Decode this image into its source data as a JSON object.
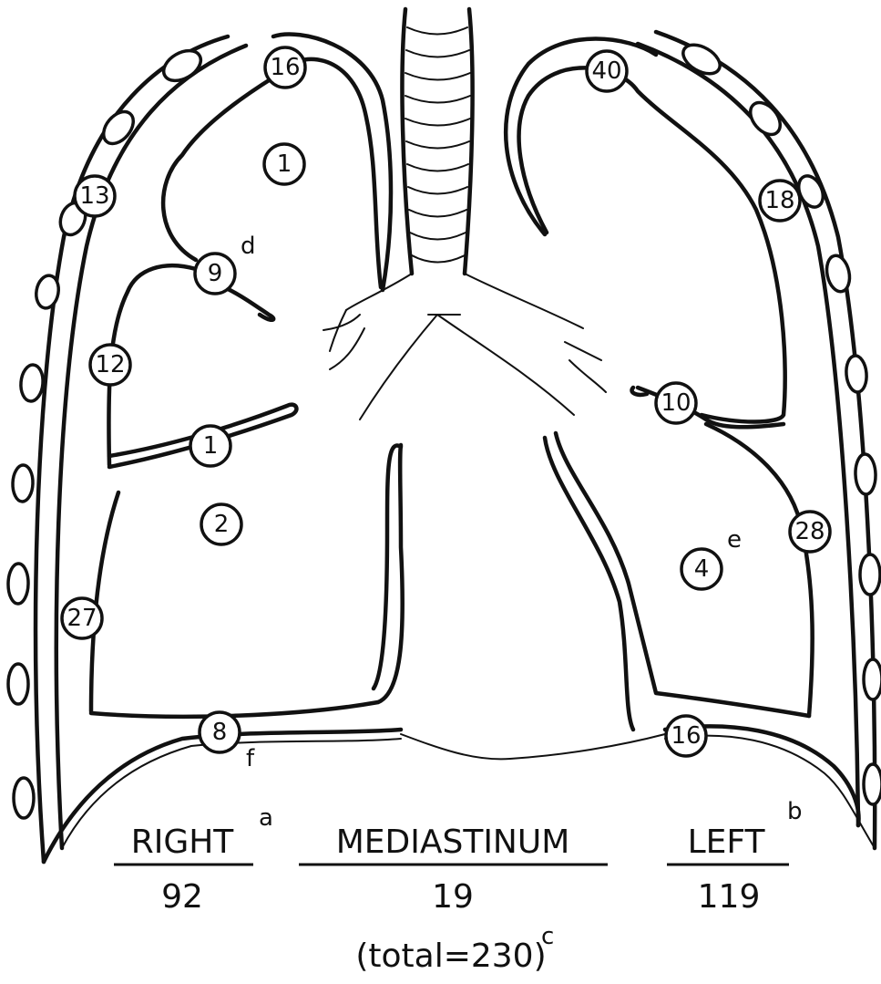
{
  "regions": {
    "right_upper_apex": "16",
    "right_upper_inner": "1",
    "right_upper_lateral": "13",
    "right_minor_fissure": "9",
    "right_minor_fissure_note": "d",
    "right_middle_lateral": "12",
    "right_major_fissure": "1",
    "right_lower_inner": "2",
    "right_lower_lateral": "27",
    "right_diaphragm": "8",
    "right_diaphragm_note": "f",
    "left_upper_apex": "40",
    "left_upper_lateral": "18",
    "left_major_fissure": "10",
    "left_lower_lateral": "28",
    "left_lower_inner": "4",
    "left_lower_inner_note": "e",
    "left_diaphragm": "16"
  },
  "captions": {
    "right_label": "RIGHT",
    "right_note": "a",
    "right_total": "92",
    "mediastinum_label": "MEDIASTINUM",
    "mediastinum_total": "19",
    "left_label": "LEFT",
    "left_note": "b",
    "left_total": "119",
    "overall_total": "(total=230)",
    "overall_note": "c"
  }
}
